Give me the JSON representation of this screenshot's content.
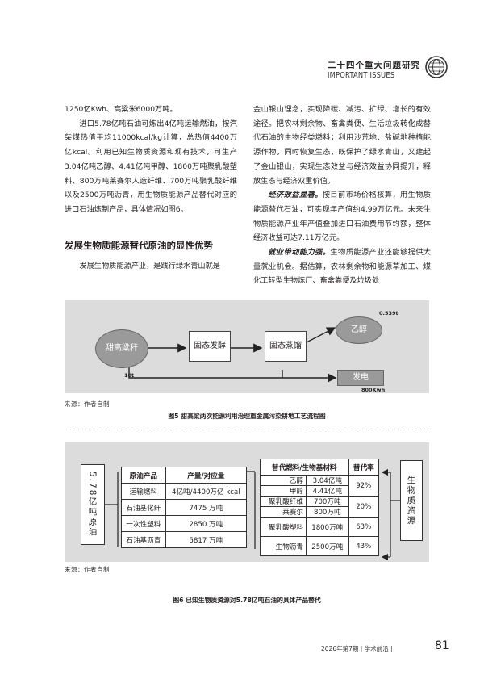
{
  "header": {
    "title": "二十四个重大问题研究",
    "subtitle": "IMPORTANT ISSUES"
  },
  "left_column": {
    "p0": "1250亿Kwh、高粱米6000万吨。",
    "p1": "进口5.78亿吨石油可炼出4亿吨运输燃油，按汽柴煤热值平均11000kcal/kg计算，总热值4400万亿kcal。利用已知生物质资源和现有技术，可生产3.04亿吨乙醇、4.41亿吨甲醇、1800万吨聚乳酸塑料、800万吨莱赛尔人造纤维、700万吨聚乳酸纤维以及2500万吨沥青，用生物质能源产品替代对应的进口石油炼制产品，具体情况如图6。",
    "section_heading": "发展生物质能源替代原油的显性优势",
    "p2": "发展生物质能源产业，是践行绿水青山就是"
  },
  "right_column": {
    "p1": "金山银山理念，实现降碳、减污、扩绿、增长的有效途径。把农林剩余物、畜禽粪便、生活垃圾转化成替代石油的生物经类燃料；利用沙荒地、盐碱地种植能源作物，同时恢复生态，既保护了绿水青山，又建起了金山银山，实现生态效益与经济效益协同提升，释放生态与经济双重价值。",
    "p2_lead": "经济效益显著。",
    "p2_rest": "按目前市场价格核算，用生物质能源替代石油，可实现年产值约4.99万亿元。未来生物质能源产业年产值叠加进口石油费用节约额，整体经济收益可达7.11万亿元。",
    "p3_lead": "就业带动能力强。",
    "p3_rest": "生物质能源产业还能够提供大量就业机会。据估算，农林剩余物和能源草加工、煤化工转型生物炼厂、畜禽粪便及垃圾处"
  },
  "figure5": {
    "source": "来源：作者自制",
    "caption": "图5  甜高粱两次能源利用治理重金属污染耕地工艺流程图",
    "nodes": {
      "sorghum": "甜高粱秆",
      "ferment": "固态发酵",
      "distill": "固态蒸馏",
      "ethanol": "乙醇",
      "power": "发电"
    },
    "labels": {
      "input": "10t",
      "ethanol_out": "0.539t",
      "power_out": "800Kwh"
    }
  },
  "figure6": {
    "source": "来源：作者自制",
    "caption": "图6  已知生物质资源对5.78亿吨石油的具体产品替代",
    "left_label": "5.78亿吨原油",
    "right_label": "生物质资源",
    "left_table": {
      "headers": [
        "原油产品",
        "产量/对应量"
      ],
      "rows": [
        [
          "运输燃料",
          "4亿吨/4400万亿 kcal"
        ],
        [
          "石油基化纤",
          "7475 万吨"
        ],
        [
          "一次性塑料",
          "2850 万吨"
        ],
        [
          "石油基沥青",
          "5817 万吨"
        ]
      ]
    },
    "right_table": {
      "headers": [
        "替代燃料/生物基材料",
        "替代率"
      ],
      "rows": {
        "ethanol": "乙醇",
        "ethanol_val": "3.04亿吨",
        "methanol": "甲醇",
        "methanol_val": "4.41亿吨",
        "rate1": "92%",
        "pla_fiber": "聚乳酸纤维",
        "pla_fiber_val": "700万吨",
        "lyocell": "莱赛尔",
        "lyocell_val": "800万吨",
        "rate2": "20%",
        "pla_plastic": "聚乳酸塑料",
        "pla_plastic_val": "1800万吨",
        "rate3": "63%",
        "bitumen": "生物沥青",
        "bitumen_val": "2500万吨",
        "rate4": "43%"
      }
    }
  },
  "footer": {
    "issue": "2026年第7期 | 学术前沿 |",
    "page": "81"
  }
}
